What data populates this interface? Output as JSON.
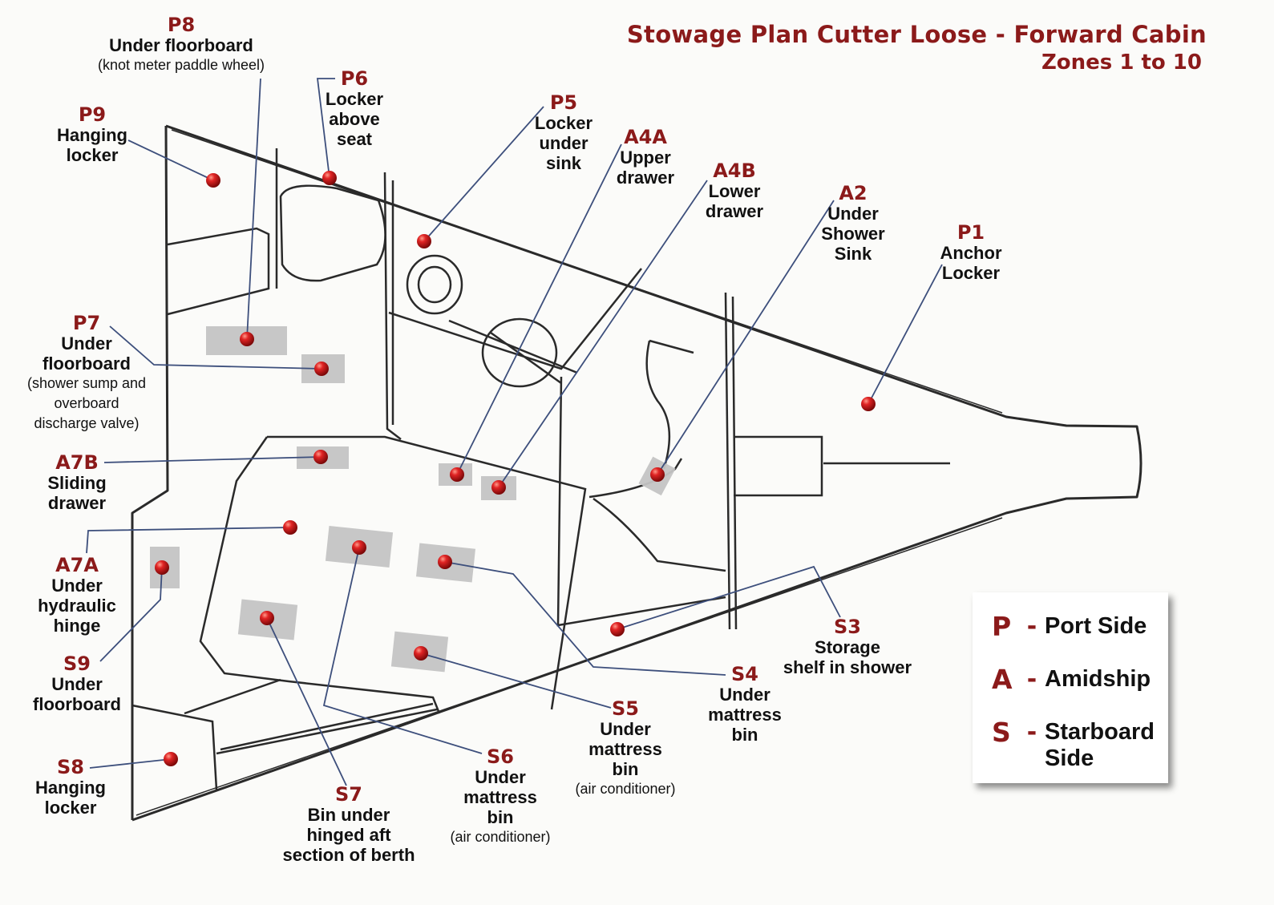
{
  "title": "Stowage Plan Cutter Loose - Forward Cabin",
  "subtitle": "Zones 1 to 10",
  "zones": [
    {
      "code": "P8",
      "desc": "Under floorboard",
      "note": "(knot meter paddle wheel)"
    },
    {
      "code": "P9",
      "desc": "Hanging\nlocker",
      "note": ""
    },
    {
      "code": "P6",
      "desc": "Locker\nabove\nseat",
      "note": ""
    },
    {
      "code": "P5",
      "desc": "Locker\nunder\nsink",
      "note": ""
    },
    {
      "code": "A4A",
      "desc": "Upper\ndrawer",
      "note": ""
    },
    {
      "code": "A4B",
      "desc": "Lower\ndrawer",
      "note": ""
    },
    {
      "code": "A2",
      "desc": "Under\nShower\nSink",
      "note": ""
    },
    {
      "code": "P1",
      "desc": "Anchor\nLocker",
      "note": ""
    },
    {
      "code": "P7",
      "desc": "Under\nfloorboard",
      "note": "(shower sump and\noverboard\ndischarge valve)"
    },
    {
      "code": "A7B",
      "desc": "Sliding\ndrawer",
      "note": ""
    },
    {
      "code": "A7A",
      "desc": "Under\nhydraulic\nhinge",
      "note": ""
    },
    {
      "code": "S9",
      "desc": "Under\nfloorboard",
      "note": ""
    },
    {
      "code": "S8",
      "desc": "Hanging\nlocker",
      "note": ""
    },
    {
      "code": "S7",
      "desc": "Bin under\nhinged aft\nsection of berth",
      "note": ""
    },
    {
      "code": "S6",
      "desc": "Under\nmattress\nbin",
      "note": "(air conditioner)"
    },
    {
      "code": "S5",
      "desc": "Under\nmattress\nbin",
      "note": "(air conditioner)"
    },
    {
      "code": "S4",
      "desc": "Under\nmattress\nbin",
      "note": ""
    },
    {
      "code": "S3",
      "desc": "Storage\nshelf in shower",
      "note": ""
    }
  ],
  "legend": [
    {
      "letter": "P",
      "dash": "-",
      "word": "Port Side"
    },
    {
      "letter": "A",
      "dash": "-",
      "word": "Amidship"
    },
    {
      "letter": "S",
      "dash": "-",
      "word": "Starboard\nSide"
    }
  ],
  "colors": {
    "accent": "#8b1a1a",
    "marker": "#c81818",
    "leader": "#3d4f7c",
    "drawing": "#2a2a2a",
    "highlight": "#c4c4c4"
  }
}
